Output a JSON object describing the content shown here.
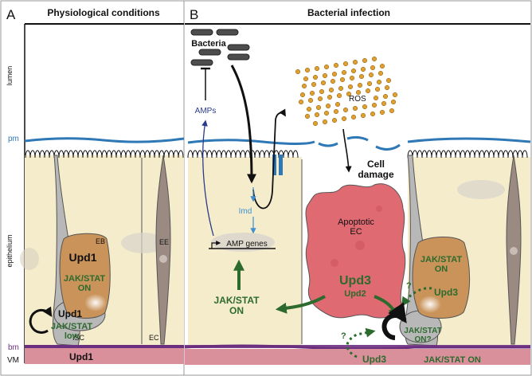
{
  "panel_a": {
    "letter": "A",
    "title": "Physiological conditions",
    "eb": "EB",
    "upd1_main": "Upd1",
    "jakstat_on": "JAK/STAT\nON",
    "upd1_loop": "Upd1",
    "jakstat_low": "JAK/STAT\nlow",
    "isc": "ISC",
    "ee": "EE",
    "ec": "EC",
    "upd1_vm": "Upd1"
  },
  "side_labels": {
    "lumen": "lumen",
    "pm": "pm",
    "epithelium": "epithelium",
    "bm": "bm",
    "vm": "VM"
  },
  "panel_b": {
    "letter": "B",
    "title": "Bacterial infection",
    "bacteria": "Bacteria",
    "amps": "AMPs",
    "ros": "ROS",
    "cell_damage": "Cell\ndamage",
    "imd": "Imd",
    "amp_genes": "AMP genes",
    "jakstat_ec": "JAK/STAT\nON",
    "apoptotic_ec": "Apoptotic\nEC",
    "upd3_big": "Upd3",
    "upd2": "Upd2",
    "jakstat_eb": "JAK/STAT\nON",
    "upd3_right": "Upd3",
    "jakstat_isc": "JAK/STAT\nON?",
    "upd3_bottom": "Upd3",
    "jakstat_vm": "JAK/STAT ON",
    "question": "?"
  },
  "colors": {
    "epithelium_fill": "#f5eccb",
    "membrane_blue": "#2e78b6",
    "vm_pink": "#d9909b",
    "vm_purple": "#6b2f7f",
    "eb_brown": "#c9935a",
    "apoptotic_red": "#e06a72",
    "jakstat_green": "#2d6a2d",
    "amp_blue": "#2a3a8c",
    "ros_orange": "#e0a030",
    "cell_gray": "#b8b8b8"
  }
}
